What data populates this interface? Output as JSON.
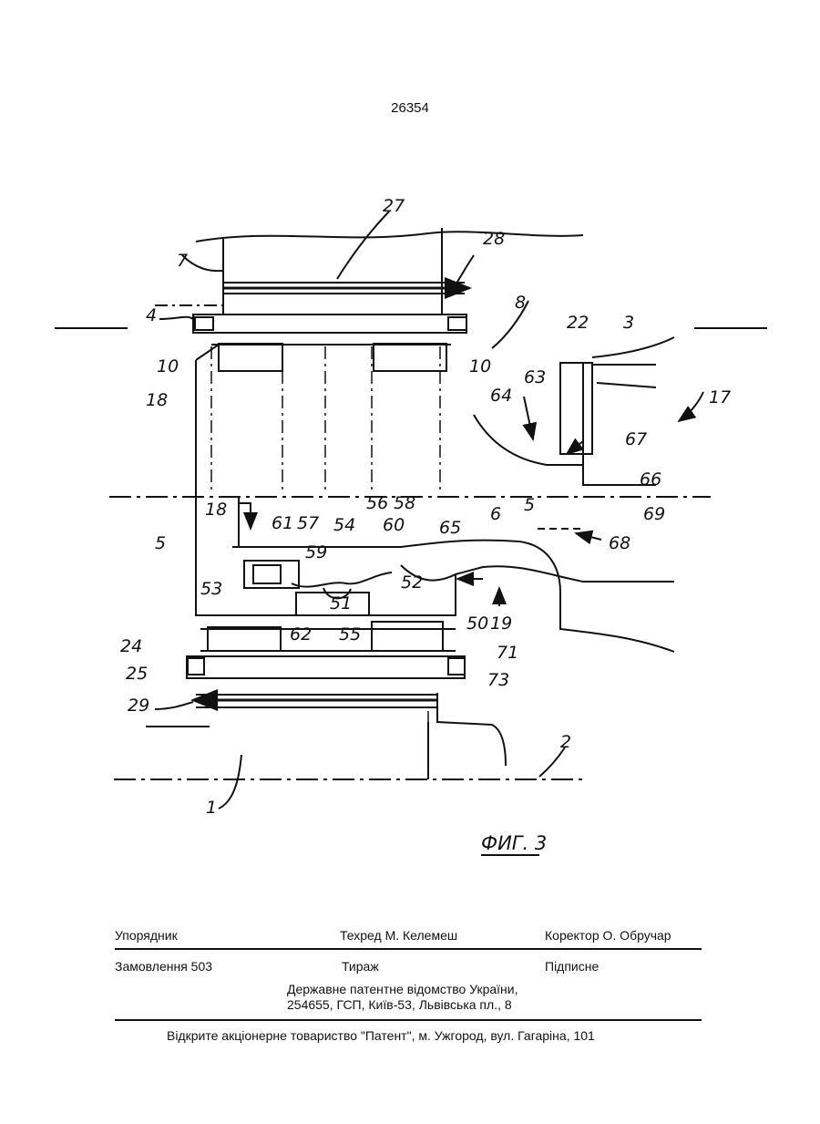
{
  "page_number": "26354",
  "figure_caption": "ФИГ. 3",
  "reference_labels": {
    "l1": "1",
    "l2": "2",
    "l3": "3",
    "l4": "4",
    "l5a": "5",
    "l5b": "5",
    "l6": "6",
    "l7": "7",
    "l8": "8",
    "l10a": "10",
    "l10b": "10",
    "l17": "17",
    "l18a": "18",
    "l18b": "18",
    "l19": "19",
    "l22": "22",
    "l24": "24",
    "l25": "25",
    "l27": "27",
    "l28": "28",
    "l29": "29",
    "l50": "50",
    "l51": "51",
    "l52": "52",
    "l53": "53",
    "l54": "54",
    "l55": "55",
    "l56": "56",
    "l57": "57",
    "l58": "58",
    "l59": "59",
    "l60": "60",
    "l61": "61",
    "l62": "62",
    "l63": "63",
    "l64": "64",
    "l65": "65",
    "l66": "66",
    "l67": "67",
    "l68": "68",
    "l69": "69",
    "l71": "71",
    "l73": "73"
  },
  "imprint": {
    "compiler": "Упорядник",
    "tech_editor": "Техред М. Келемеш",
    "proofreader": "Коректор О. Обручар",
    "order": "Замовлення 503",
    "circulation": "Тираж",
    "subscription": "Підписне",
    "office_line1": "Державне патентне відомство України,",
    "office_line2": "254655, ГСП, Київ-53, Львівська пл., 8",
    "printer": "Відкрите акціонерне товариство \"Патент\", м. Ужгород, вул. Гагаріна, 101"
  }
}
